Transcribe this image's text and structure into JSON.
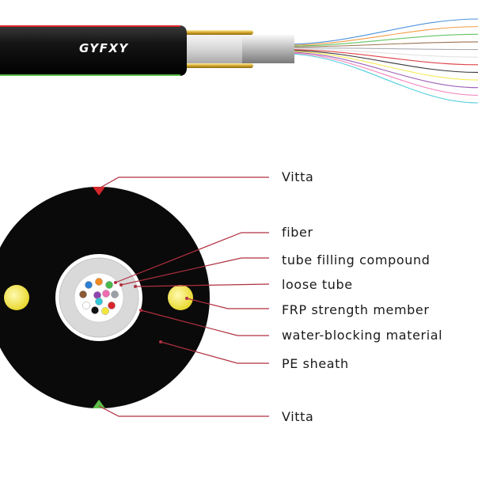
{
  "cable": {
    "brand": "GYFXY"
  },
  "labels": [
    {
      "key": "vitta_top",
      "text": "Vitta"
    },
    {
      "key": "fiber",
      "text": "fiber"
    },
    {
      "key": "filling",
      "text": "tube filling compound"
    },
    {
      "key": "loose_tube",
      "text": "loose tube"
    },
    {
      "key": "frp",
      "text": "FRP strength member"
    },
    {
      "key": "water_blocking",
      "text": "water-blocking material"
    },
    {
      "key": "sheath",
      "text": "PE sheath"
    },
    {
      "key": "vitta_bottom",
      "text": "Vitta"
    }
  ],
  "colors": {
    "sheath": "#0a0a0a",
    "frp": "#f5e94a",
    "vitta_top": "#d8262b",
    "vitta_bottom": "#5cc04a",
    "leader": "#b03040",
    "tube": "#e8e8e8",
    "gel": "#d9d9d9"
  },
  "fiber_colors": [
    "#2e7fd4",
    "#f08a22",
    "#49b84a",
    "#8a5a34",
    "#9aa0a6",
    "#ffffff",
    "#d8262b",
    "#111111",
    "#f3e63a",
    "#8e44ad",
    "#f06bb0",
    "#33c6d6"
  ]
}
